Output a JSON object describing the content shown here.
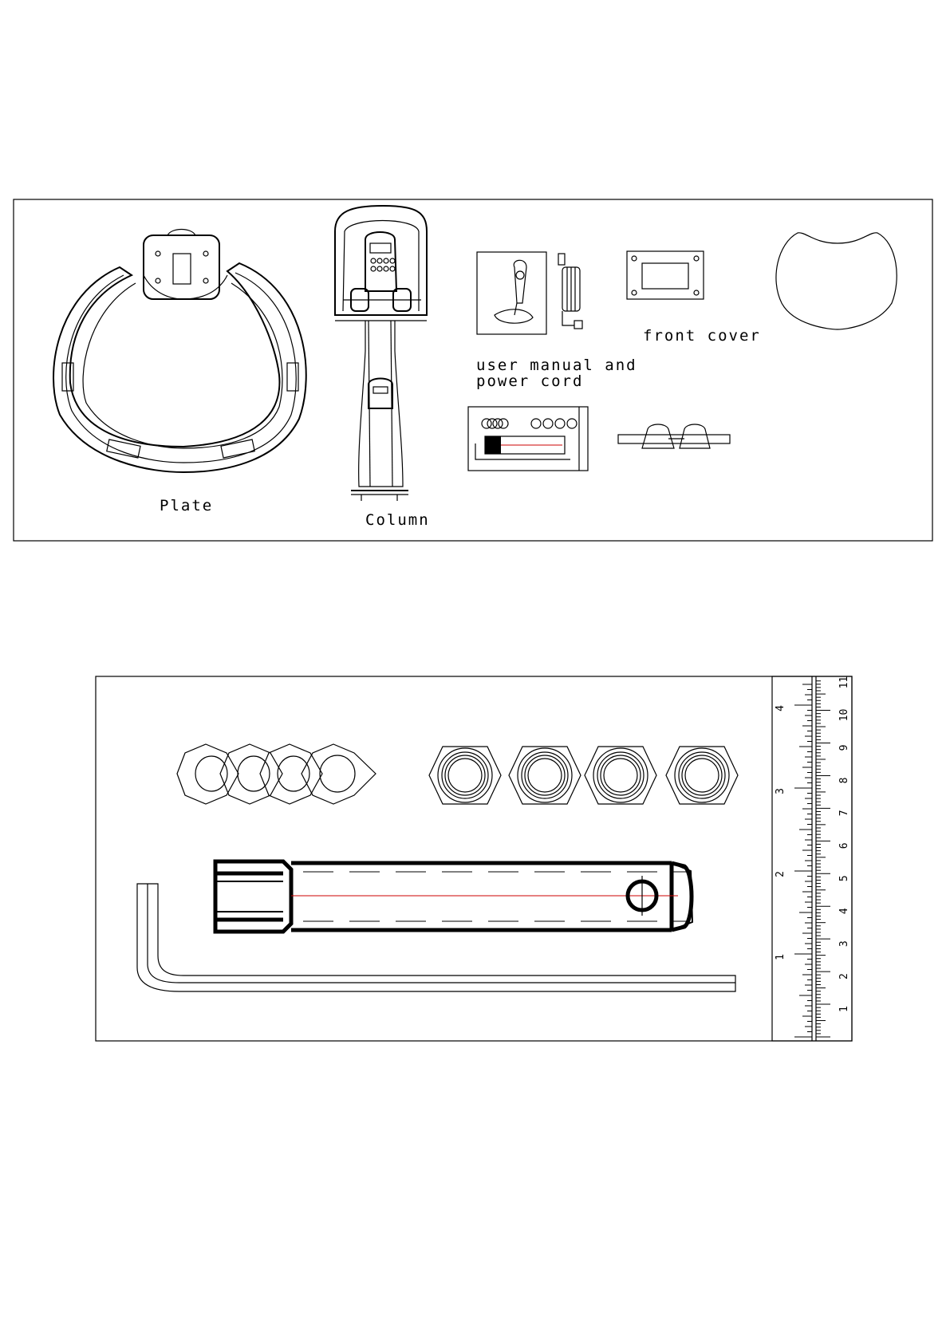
{
  "parts_overview": {
    "labels": {
      "plate_ring": "Plate",
      "column": "Column",
      "manual_line1": "user manual and",
      "manual_line2": "power cord",
      "front_cover": "front cover",
      "plate_top": "plate"
    }
  },
  "ruler": {
    "inch_marks": [
      "1",
      "2",
      "3",
      "4"
    ],
    "cm_marks": [
      "1",
      "2",
      "3",
      "4",
      "5",
      "6",
      "7",
      "8",
      "9",
      "10",
      "11"
    ]
  }
}
